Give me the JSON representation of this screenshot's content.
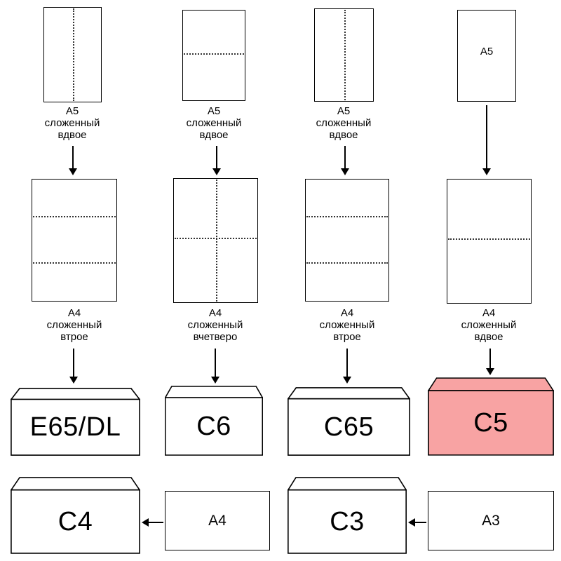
{
  "colors": {
    "stroke": "#000000",
    "fold_dots": "#333333",
    "highlight_fill": "#f8a3a3",
    "paper_fill": "#ffffff"
  },
  "columns": [
    {
      "top_caption": "A5\nсложенный\nвдвое",
      "mid_caption": "A4\nсложенный\nвтрое",
      "envelope_label": "E65/DL"
    },
    {
      "top_caption": "A5\nсложенный\nвдвое",
      "mid_caption": "A4\nсложенный\nвчетверо",
      "envelope_label": "C6"
    },
    {
      "top_caption": "A5\nсложенный\nвдвое",
      "mid_caption": "A4\nсложенный\nвтрое",
      "envelope_label": "C65"
    },
    {
      "top_sheet_label": "A5",
      "mid_caption": "A4\nсложенный\nвдвое",
      "envelope_label": "C5"
    }
  ],
  "bottom": [
    {
      "envelope_label": "C4",
      "sheet_label": "A4"
    },
    {
      "envelope_label": "C3",
      "sheet_label": "A3"
    }
  ]
}
